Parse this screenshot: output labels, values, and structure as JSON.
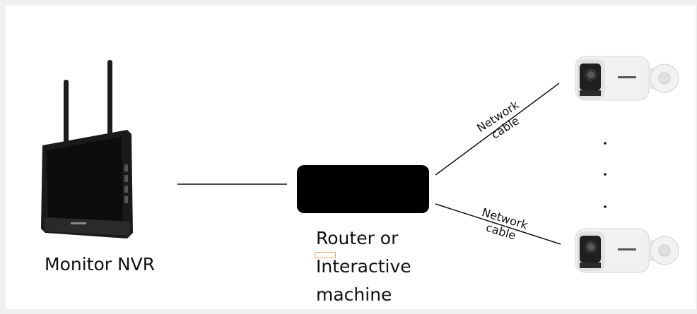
{
  "nodes": {
    "nvr_label": "Monitor NVR",
    "router_label_line1": "Router or",
    "router_label_line2": "Interactive",
    "router_label_line3": "machine"
  },
  "connections": {
    "top_cable_line1": "Network",
    "top_cable_line2": "cable",
    "bottom_cable_line1": "Network",
    "bottom_cable_line2": "cable"
  },
  "ellipsis": "⋮",
  "colors": {
    "router_box": "#000000",
    "line": "#111111",
    "camera_body": "#f4f4f4",
    "nvr_body": "#1a1a1a"
  },
  "icons": {
    "nvr": "nvr-monitor-icon",
    "camera_top": "bullet-camera-icon",
    "camera_bottom": "bullet-camera-icon"
  }
}
